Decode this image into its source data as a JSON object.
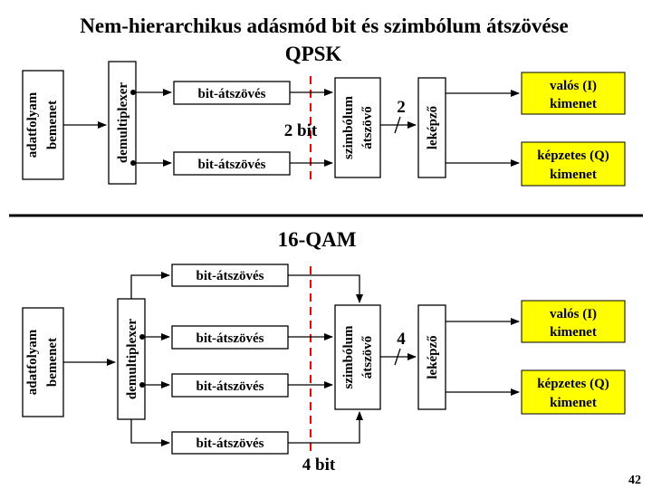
{
  "title": "Nem-hierarchikus adásmód bit és szimbólum átszövése",
  "qpsk": {
    "heading": "QPSK",
    "input": [
      "adatfolyam",
      "bemenet"
    ],
    "demux": "demultiplexer",
    "interleaver_1": "bit-átszövés",
    "interleaver_2": "bit-átszövés",
    "bits_label": "2 bit",
    "symbol": [
      "szimbólum",
      "átszövő"
    ],
    "bus_width": "2",
    "mapper": "leképző",
    "out_i": [
      "valós (I)",
      "kimenet"
    ],
    "out_q": [
      "képzetes (Q)",
      "kimenet"
    ]
  },
  "qam16": {
    "heading": "16-QAM",
    "input": [
      "adatfolyam",
      "bemenet"
    ],
    "demux": "demultiplexer",
    "interleaver_1": "bit-átszövés",
    "interleaver_2": "bit-átszövés",
    "interleaver_3": "bit-átszövés",
    "interleaver_4": "bit-átszövés",
    "bits_label": "4 bit",
    "symbol": [
      "szimbólum",
      "átszövő"
    ],
    "bus_width": "4",
    "mapper": "leképző",
    "out_i": [
      "valós (I)",
      "kimenet"
    ],
    "out_q": [
      "képzetes (Q)",
      "kimenet"
    ]
  },
  "page_number": "42",
  "colors": {
    "output_box": "#ffff00",
    "divider_line": "#ff0000"
  }
}
